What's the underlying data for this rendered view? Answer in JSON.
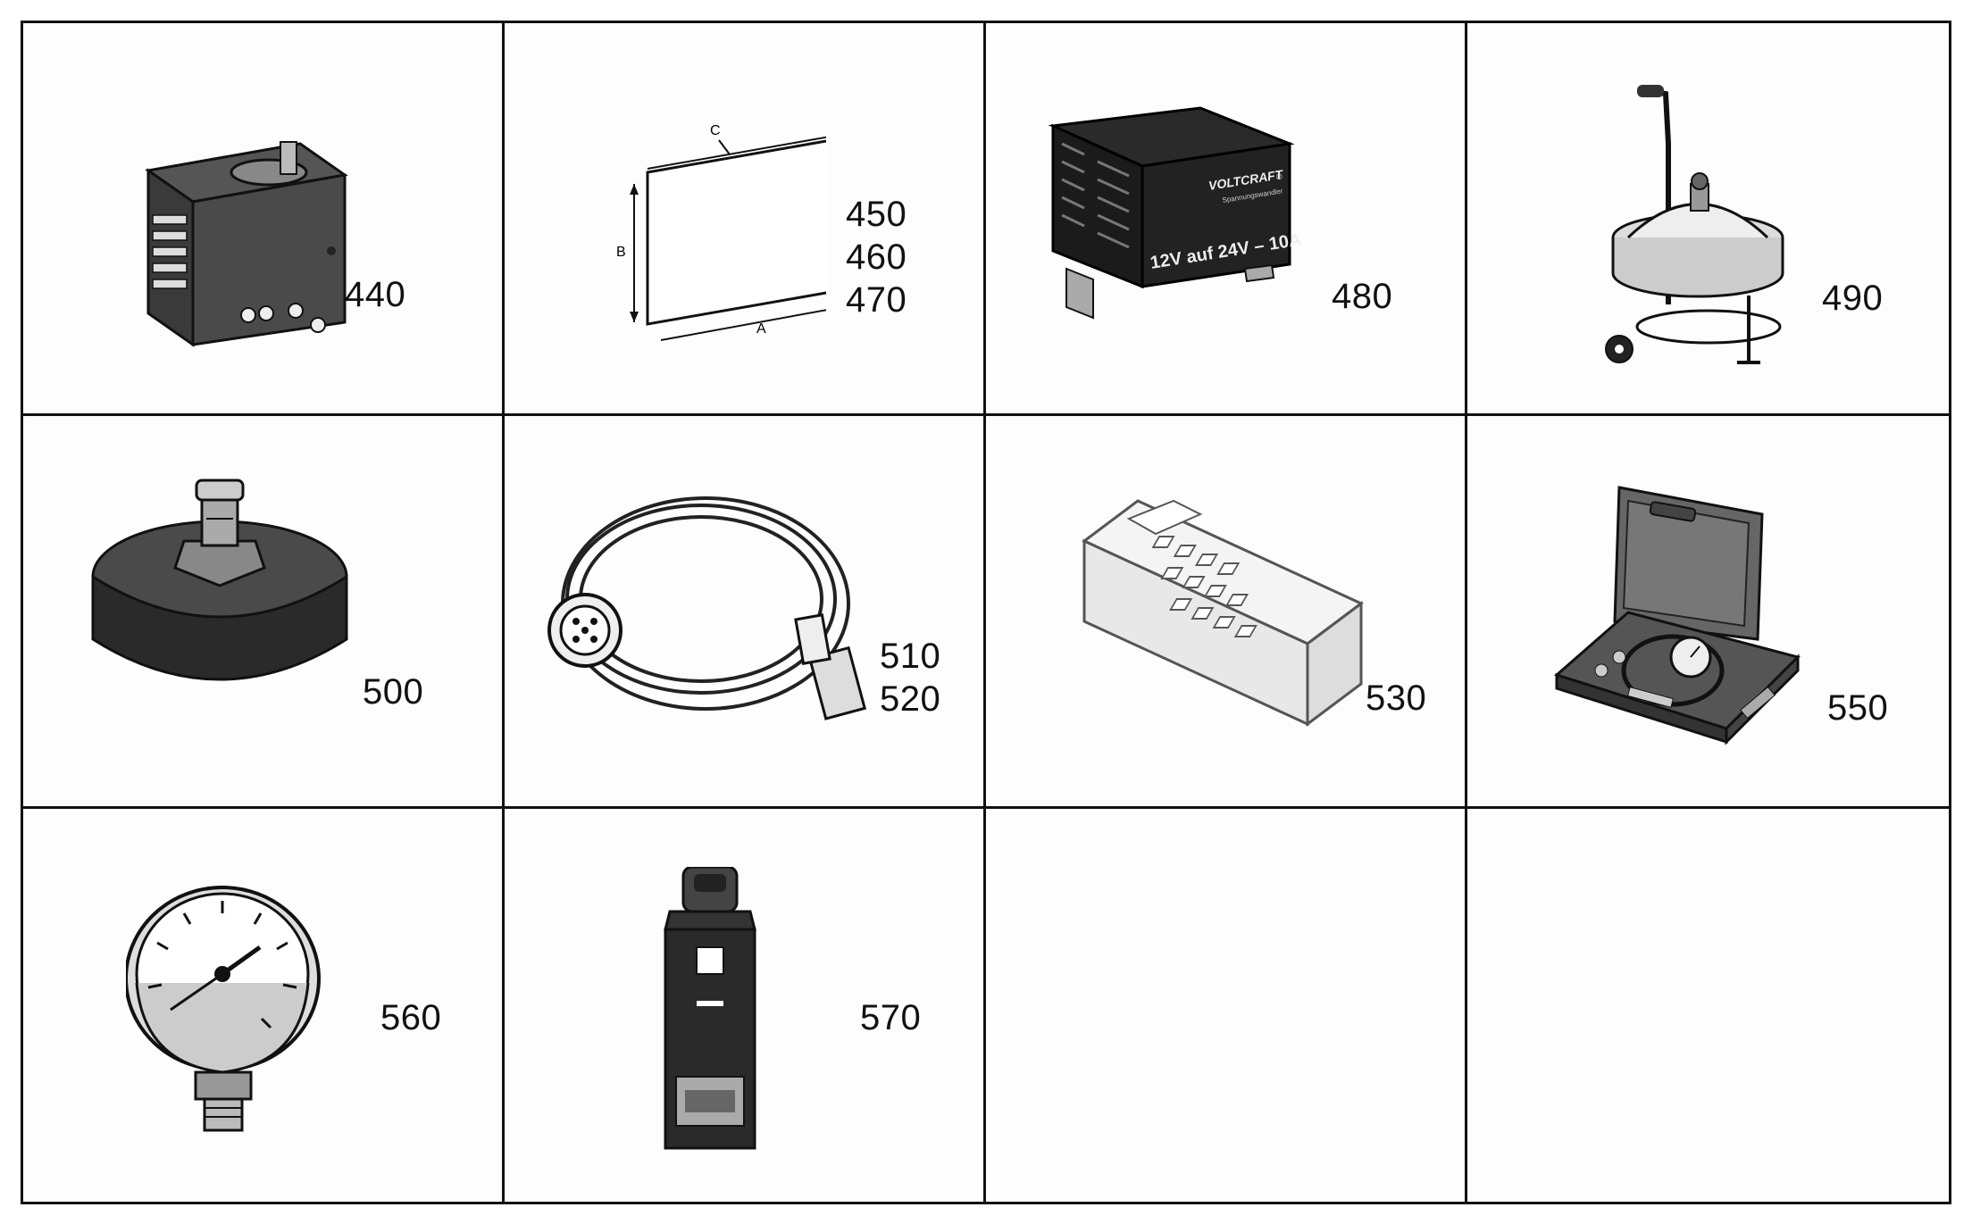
{
  "cells": [
    {
      "id": "cell-440",
      "numbers": [
        "440"
      ],
      "icon": "power-supply-icon"
    },
    {
      "id": "cell-450",
      "numbers": [
        "450",
        "460",
        "470"
      ],
      "icon": "panel-plate-icon",
      "dimension_labels": {
        "a": "A",
        "b": "B",
        "c": "C"
      }
    },
    {
      "id": "cell-480",
      "numbers": [
        "480"
      ],
      "icon": "voltage-converter-icon",
      "device_text": {
        "brand": "VOLTCRAFT",
        "registered": "®",
        "subtitle": "Spannungswandler",
        "spec": "12V auf 24V – 10A"
      }
    },
    {
      "id": "cell-490",
      "numbers": [
        "490"
      ],
      "icon": "pressure-tank-trolley-icon"
    },
    {
      "id": "cell-500",
      "numbers": [
        "500"
      ],
      "icon": "adapter-cap-icon"
    },
    {
      "id": "cell-510",
      "numbers": [
        "510",
        "520"
      ],
      "icon": "cable-harness-icon"
    },
    {
      "id": "cell-530",
      "numbers": [
        "530"
      ],
      "icon": "handheld-tester-icon"
    },
    {
      "id": "cell-550",
      "numbers": [
        "550"
      ],
      "icon": "test-kit-case-icon"
    },
    {
      "id": "cell-560",
      "numbers": [
        "560"
      ],
      "icon": "pressure-gauge-icon"
    },
    {
      "id": "cell-570",
      "numbers": [
        "570"
      ],
      "icon": "sensor-device-icon"
    },
    {
      "id": "cell-empty-1",
      "numbers": [],
      "icon": ""
    },
    {
      "id": "cell-empty-2",
      "numbers": [],
      "icon": ""
    }
  ]
}
